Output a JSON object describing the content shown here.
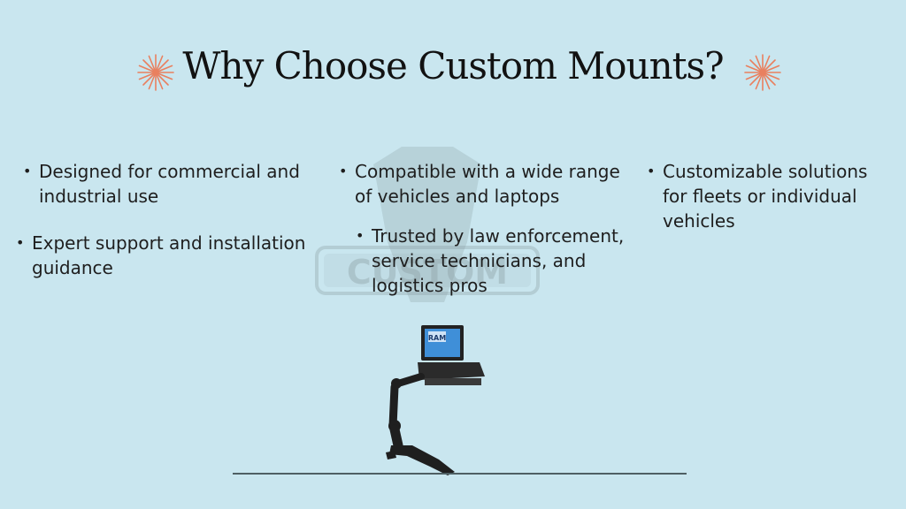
{
  "slide": {
    "title": "Why Choose Custom Mounts?",
    "bullet_glyph": "•",
    "bullets": [
      {
        "text": "Designed for commercial and industrial use"
      },
      {
        "text": "Expert support and installation guidance"
      },
      {
        "text": "Compatible with a wide range of vehicles and laptops"
      },
      {
        "text": "Trusted by law enforcement, service technicians, and logistics pros"
      },
      {
        "text": "Customizable solutions for fleets or individual vehicles"
      }
    ],
    "watermark_text": "CUSTOM",
    "laptop_screen_text": "RAM"
  },
  "colors": {
    "background": "#c9e6ef",
    "star": "#e9805f",
    "title": "#121212",
    "baseline": "#4e5f63"
  },
  "icons": [
    "sparkle-star-icon",
    "sparkle-star-icon"
  ]
}
